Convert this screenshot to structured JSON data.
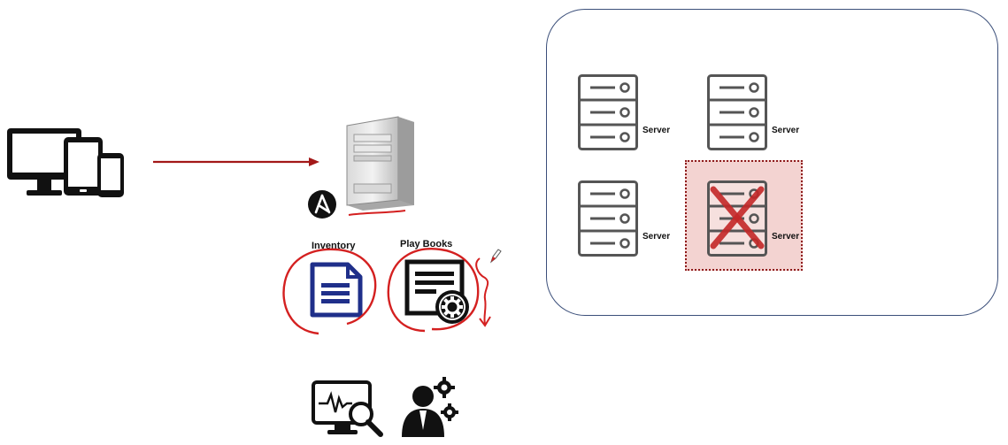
{
  "labels": {
    "inventory": "Inventory",
    "playbooks": "Play Books",
    "server_1": "Server",
    "server_2": "Server",
    "server_3": "Server",
    "server_4": "Server"
  },
  "icons": {
    "devices": "devices-icon",
    "control_node": "tower-server-icon",
    "ansible_logo": "ansible-logo-icon",
    "inventory": "document-icon",
    "playbooks": "playbook-gear-icon",
    "monitoring": "monitor-search-icon",
    "admin": "admin-user-gear-icon",
    "server": "rack-server-icon"
  },
  "colors": {
    "arrow": "#a31818",
    "annotation": "#d42020",
    "cluster_border": "#3b4f7a",
    "failed_fill": "#f3d3d1",
    "failed_cross": "#c42828",
    "document_blue": "#1f2f8a"
  },
  "status": {
    "failed_server": "server-4"
  }
}
